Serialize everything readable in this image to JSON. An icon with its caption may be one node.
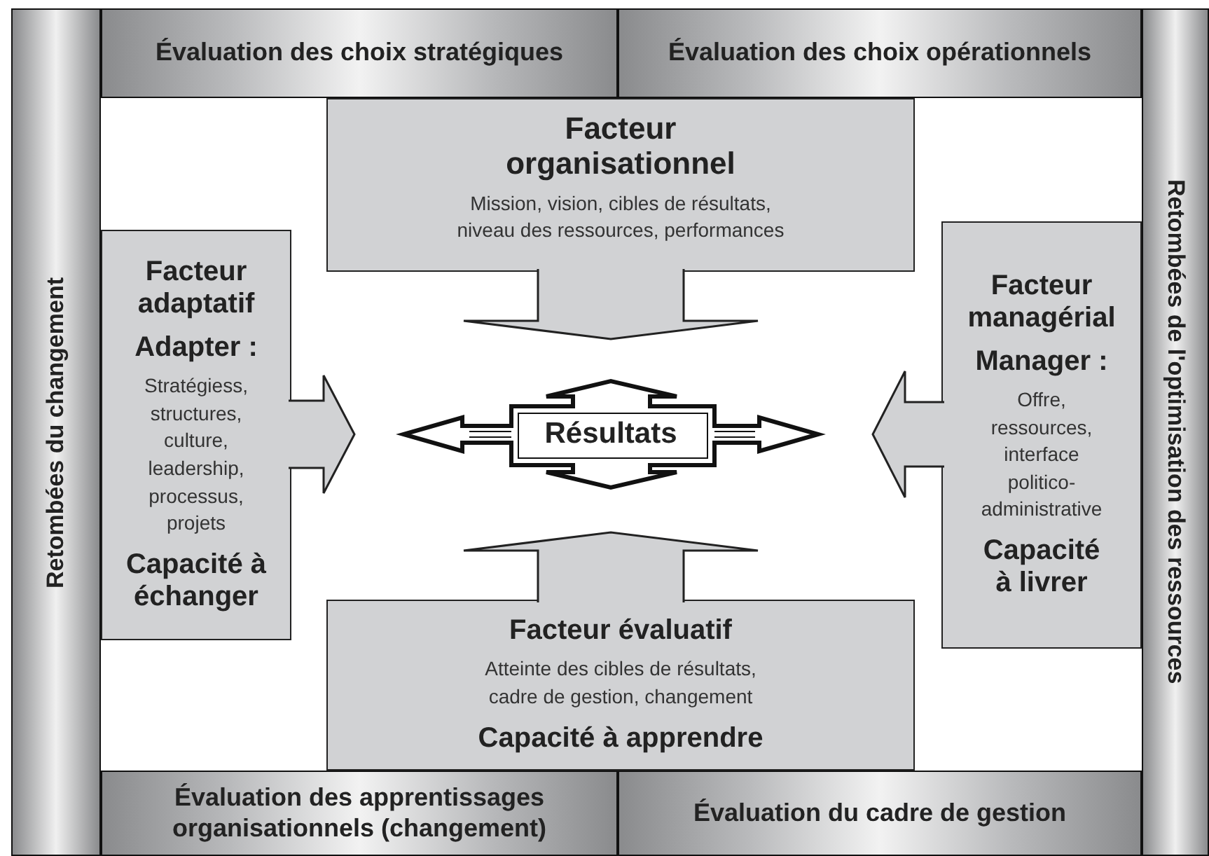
{
  "diagram": {
    "nodes": [
      {
        "text": [
          "Évaluation des choix stratégiques"
        ]
      },
      {
        "text": [
          "Évaluation des choix opérationnels"
        ]
      },
      {
        "text": [
          "Retombées du changement"
        ]
      },
      {
        "text": [
          "Retombées de l'optimisation des ressources"
        ]
      },
      {
        "text": [
          "Facteur organisationnel",
          "Mission, vision, cibles de résultats, niveau des ressources, performances"
        ]
      },
      {
        "text": [
          "Facteur adaptatif",
          "Adapter :",
          "Stratégiess, structures, culture, leadership, processus, projets",
          "Capacité à échanger"
        ]
      },
      {
        "text": [
          "Résultats"
        ]
      },
      {
        "text": [
          "Facteur managérial",
          "Manager :",
          "Offre, ressources, interface politico-administrative",
          "Capacité à livrer"
        ]
      },
      {
        "text": [
          "Facteur évaluatif",
          "Atteinte des cibles de résultats, cadre de gestion, changement",
          "Capacité à apprendre"
        ]
      },
      {
        "text": [
          "Évaluation des apprentissages organisationnels (changement)"
        ]
      },
      {
        "text": [
          "Évaluation du cadre de gestion"
        ]
      }
    ],
    "edges": [
      {
        "from": 4,
        "to": 6,
        "arrow": "to"
      },
      {
        "from": 5,
        "to": 6,
        "arrow": "to"
      },
      {
        "from": 7,
        "to": 6,
        "arrow": "to"
      },
      {
        "from": 8,
        "to": 6,
        "arrow": "to"
      }
    ]
  }
}
